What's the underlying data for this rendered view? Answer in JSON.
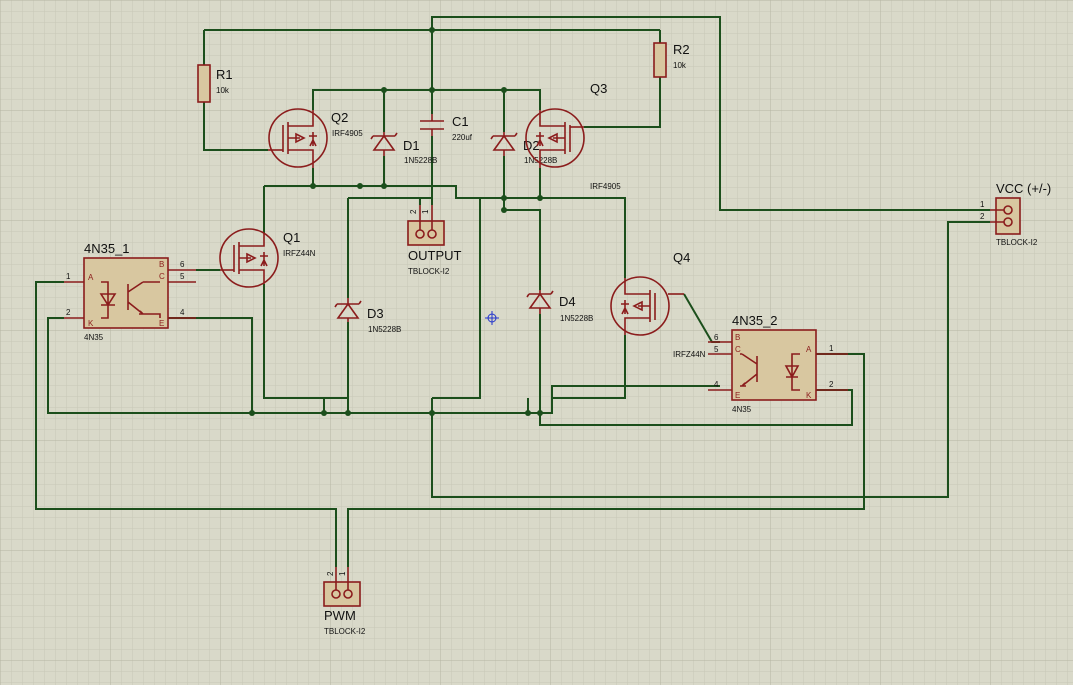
{
  "colors": {
    "background": "#d9d9c9",
    "grid_minor": "#c8c8b6",
    "grid_major": "#b5b5a2",
    "wire": "#1c4f1c",
    "component": "#8b1c1c",
    "component_fill": "#d8c7a0"
  },
  "components": {
    "r1": {
      "name": "R1",
      "value": "10k"
    },
    "r2": {
      "name": "R2",
      "value": "10k"
    },
    "q1": {
      "name": "Q1",
      "value": "IRFZ44N"
    },
    "q2": {
      "name": "Q2",
      "value": "IRF4905"
    },
    "q3": {
      "name": "Q3",
      "value": "IRF4905"
    },
    "q4": {
      "name": "Q4",
      "value": "IRFZ44N"
    },
    "c1": {
      "name": "C1",
      "value": "220uf"
    },
    "d1": {
      "name": "D1",
      "value": "1N5228B"
    },
    "d2": {
      "name": "D2",
      "value": "1N5228B"
    },
    "d3": {
      "name": "D3",
      "value": "1N5228B"
    },
    "d4": {
      "name": "D4",
      "value": "1N5228B"
    },
    "u1": {
      "name": "4N35_1",
      "value": "4N35",
      "pins": [
        "1",
        "2",
        "6",
        "5",
        "4"
      ],
      "pin_letters": [
        "A",
        "K",
        "B",
        "C",
        "E"
      ]
    },
    "u2": {
      "name": "4N35_2",
      "value": "4N35",
      "pins": [
        "6",
        "5",
        "4",
        "1",
        "2"
      ],
      "pin_letters": [
        "B",
        "C",
        "E",
        "A",
        "K"
      ]
    },
    "output": {
      "name": "OUTPUT",
      "value": "TBLOCK-I2",
      "pins": [
        "2",
        "1"
      ]
    },
    "vcc": {
      "name": "VCC (+/-)",
      "value": "TBLOCK-I2",
      "pins": [
        "1",
        "2"
      ]
    },
    "pwm": {
      "name": "PWM",
      "value": "TBLOCK-I2",
      "pins": [
        "2",
        "1"
      ]
    }
  }
}
